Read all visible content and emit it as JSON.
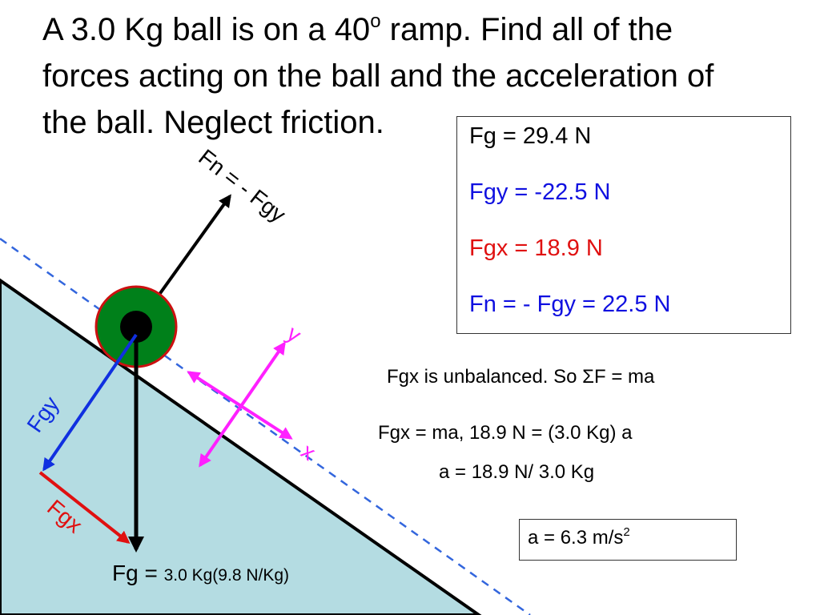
{
  "problem": {
    "line1_before": "A 3.0 Kg ball is on a 40",
    "line1_sup": "o",
    "line1_after": " ramp.  Find all of the",
    "line2": "forces acting on the ball and the acceleration of",
    "line3": "the ball.  Neglect friction."
  },
  "diagram": {
    "fn_label": "Fn = - Fgy",
    "fgy_label": "Fgy",
    "fgx_label": "Fgx",
    "y_axis_label": "y",
    "x_axis_label": "x",
    "fg_label_prefix": "Fg = ",
    "fg_label_expr": "3.0 Kg(9.8 N/Kg)",
    "colors": {
      "ramp_fill": "#b4dce2",
      "ball_outer": "#00801a",
      "ball_outline": "#cc1010",
      "fgy_arrow": "#1030e0",
      "fgx_arrow": "#e01010",
      "axes": "#ff20ff",
      "dashed_line": "#3366dd",
      "fn_arrow": "#000000"
    }
  },
  "given": {
    "fg": "Fg = 29.4 N",
    "fgy": "Fgy = -22.5 N",
    "fgx": "Fgx = 18.9 N",
    "fn": "Fn = - Fgy = 22.5 N",
    "colors": {
      "fg": "#000000",
      "fgy": "#1010e0",
      "fgx": "#e01010",
      "fn": "#1010e0"
    }
  },
  "solution": {
    "line1_before": "Fgx is unbalanced. So ",
    "line1_sigma": "Σ",
    "line1_after": "F = ma",
    "line2": "Fgx = ma, 18.9 N = (3.0 Kg) a",
    "line3": "a = 18.9 N/ 3.0 Kg"
  },
  "answer": {
    "text": "a = 6.3 m/s",
    "sup": "2"
  }
}
